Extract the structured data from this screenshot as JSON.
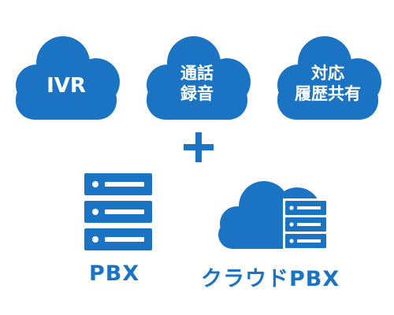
{
  "clouds": {
    "ivr": {
      "label": "IVR"
    },
    "recording": {
      "line1": "通話",
      "line2": "録音"
    },
    "history": {
      "line1": "対応",
      "line2": "履歴共有"
    }
  },
  "pbx": {
    "label": "PBX"
  },
  "cloud_pbx": {
    "label": "クラウドPBX"
  },
  "colors": {
    "primary": "#1b74c3",
    "white": "#ffffff"
  }
}
